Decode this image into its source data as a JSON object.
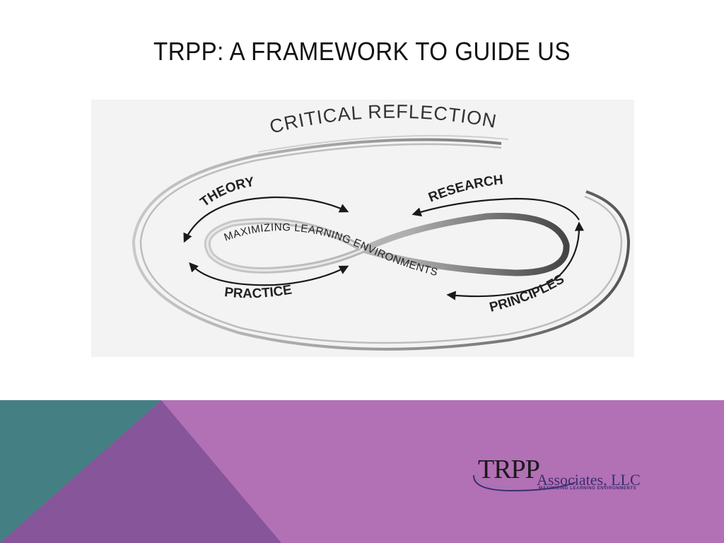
{
  "slide": {
    "title": "TRPP:  A FRAMEWORK TO GUIDE US"
  },
  "diagram": {
    "outer_label": "CRITICAL REFLECTION",
    "center_label": "MAXIMIZING LEARNING ENVIRONMENTS",
    "labels": {
      "theory": "THEORY",
      "practice": "PRACTICE",
      "research": "RESEARCH",
      "principles": "PRINCIPLES"
    }
  },
  "logo": {
    "name": "TRPP",
    "suffix": "Associates, LLC",
    "tagline": "MAXIMIZING LEARNING ENVIRONMENTS"
  },
  "colors": {
    "teal": "#447f84",
    "dark_purple": "#875599",
    "light_purple": "#b270b5"
  }
}
